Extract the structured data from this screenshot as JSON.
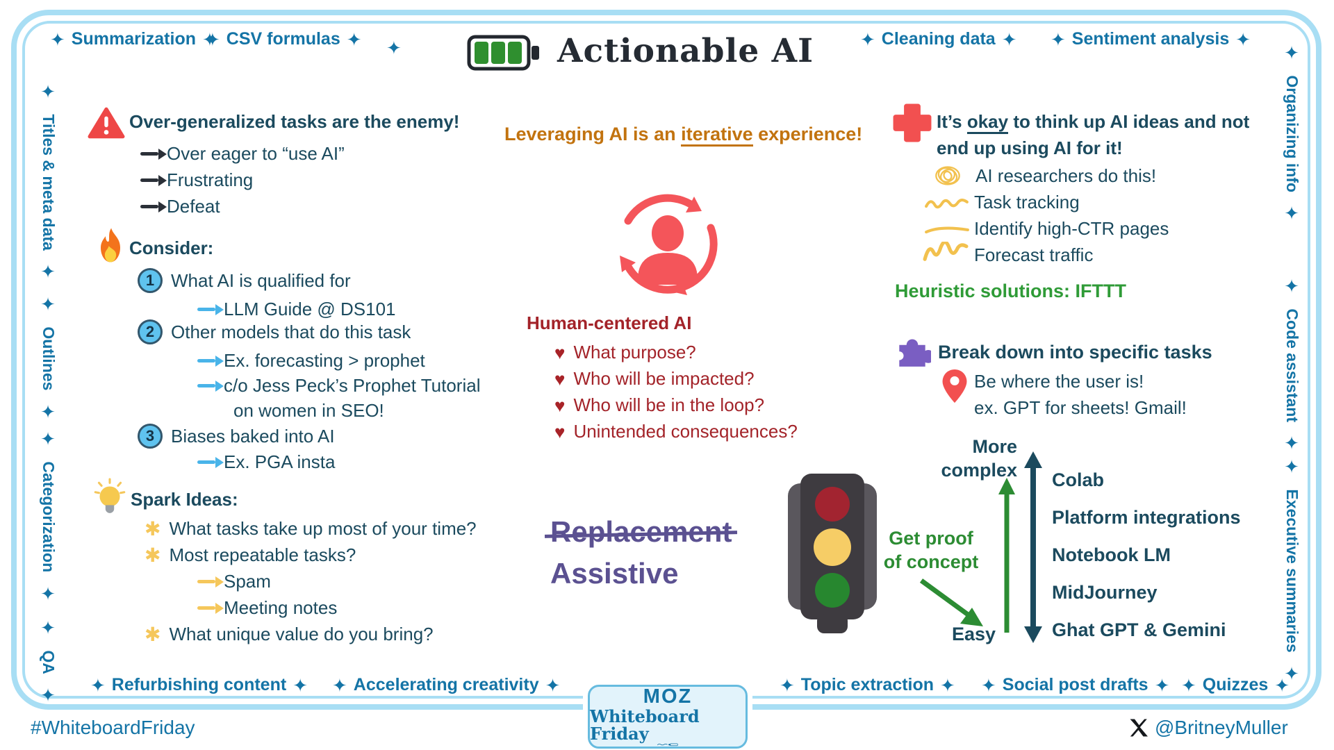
{
  "icons": {
    "sparkle": "✦",
    "heart": "♥",
    "asterisk": "✱"
  },
  "colors": {
    "rail_blue": "#1474a6",
    "navy": "#1b4a5e",
    "red_accent": "#f25050",
    "dark_red": "#a32329",
    "orange": "#c2730f",
    "purple": "#5b5191",
    "green": "#2f9b37",
    "dark_green": "#2c8c33",
    "yellow": "#f5c75b",
    "light_blue_arrow": "#49b4e9",
    "border_blue": "#a8def4"
  },
  "header": {
    "title": "Actionable AI"
  },
  "top_labels": [
    "Summarization",
    "CSV formulas",
    "Cleaning data",
    "Sentiment analysis"
  ],
  "left_rail": [
    "Titles & meta data",
    "Outlines",
    "Categorization",
    "QA"
  ],
  "right_rail": [
    "Organizing info",
    "Code assistant",
    "Executive summaries"
  ],
  "bottom_labels": [
    "Refurbishing content",
    "Accelerating creativity",
    "Topic extraction",
    "Social post drafts",
    "Quizzes"
  ],
  "warning": {
    "title": "Over-generalized tasks are the enemy!",
    "items": [
      "Over eager to “use AI”",
      "Frustrating",
      "Defeat"
    ]
  },
  "consider": {
    "title": "Consider:",
    "num1": "1",
    "item1": "What AI is qualified for",
    "item1_sub": "LLM Guide @ DS101",
    "num2": "2",
    "item2": "Other models that do this task",
    "item2_sub1": "Ex. forecasting > prophet",
    "item2_sub2": "c/o Jess Peck’s Prophet Tutorial",
    "item2_sub2_cont": "on women in SEO!",
    "num3": "3",
    "item3": "Biases baked into AI",
    "item3_sub": "Ex. PGA insta"
  },
  "spark": {
    "title": "Spark Ideas:",
    "item1": "What tasks take up most of your time?",
    "item2": "Most repeatable tasks?",
    "item2_sub1": "Spam",
    "item2_sub2": "Meeting notes",
    "item3": "What unique value do you bring?"
  },
  "center": {
    "headline_pre": "Leveraging AI is an ",
    "headline_underlined": "iterative",
    "headline_post": " experience!",
    "hca_title": "Human-centered AI",
    "hca_items": [
      "What purpose?",
      "Who will be impacted?",
      "Who will be in the loop?",
      "Unintended consequences?"
    ],
    "replacement": "Replacement",
    "assistive": "Assistive"
  },
  "right_col": {
    "okay_pre": "It’s ",
    "okay_underlined": "okay",
    "okay_post": " to think up AI ideas and not",
    "okay_line2": "end up using AI for it!",
    "items": [
      "AI researchers do this!",
      "Task tracking",
      "Identify high-CTR pages",
      "Forecast traffic"
    ],
    "heuristic": "Heuristic solutions: IFTTT",
    "breakdown": "Break down into specific tasks",
    "user1": "Be where the user is!",
    "user2": "ex. GPT for sheets! Gmail!",
    "more_line1": "More",
    "more_line2": "complex",
    "easy": "Easy",
    "proof_line1": "Get proof",
    "proof_line2": "of concept",
    "tools": [
      "Colab",
      "Platform integrations",
      "Notebook LM",
      "MidJourney",
      "Ghat GPT & Gemini"
    ]
  },
  "footer": {
    "hashtag": "#WhiteboardFriday",
    "handle": "@BritneyMuller"
  },
  "moz": {
    "brand": "MOZ",
    "sub": "Whiteboard Friday"
  }
}
